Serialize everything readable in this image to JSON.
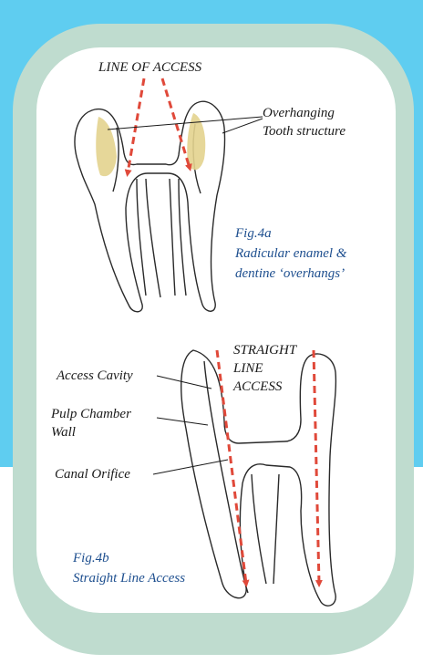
{
  "fig_a": {
    "header": "LINE OF ACCESS",
    "overhang_label_1": "Overhanging",
    "overhang_label_2": "Tooth structure",
    "caption_1": "Fig.4a",
    "caption_2": "Radicular enamel &",
    "caption_3": "dentine ‘overhangs’"
  },
  "fig_b": {
    "header_1": "STRAIGHT",
    "header_2": "LINE",
    "header_3": "ACCESS",
    "access_cavity": "Access Cavity",
    "pulp_chamber_1": "Pulp Chamber",
    "pulp_chamber_2": "Wall",
    "canal_orifice": "Canal Orifice",
    "caption_1": "Fig.4b",
    "caption_2": "Straight Line Access"
  },
  "colors": {
    "background_blue": "#5fcdf0",
    "frame_green": "#bfdccf",
    "arrow_red": "#e0493a",
    "overhang_yellow": "#e3d38e",
    "caption_blue": "#1e4f8f"
  }
}
